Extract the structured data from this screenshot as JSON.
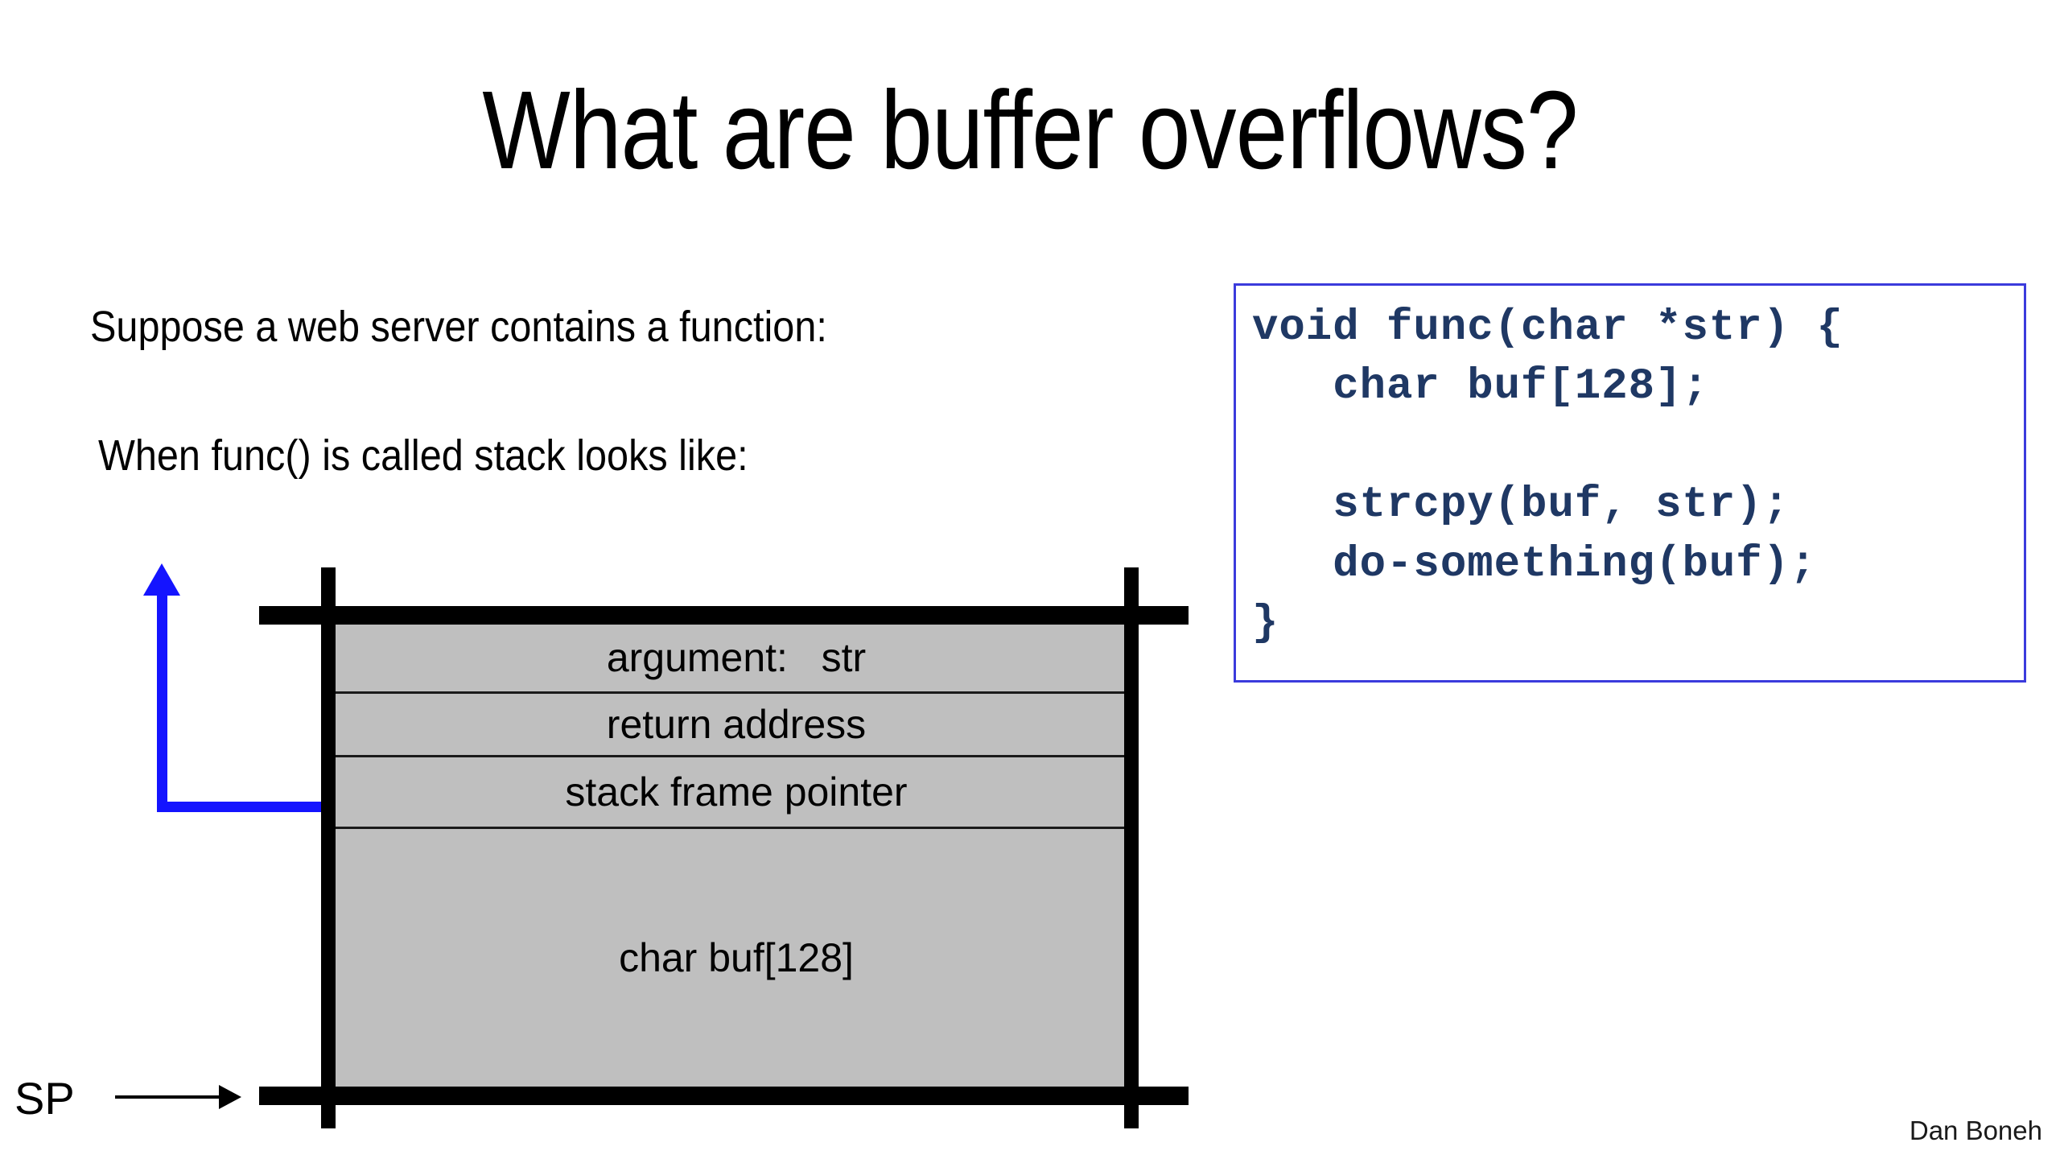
{
  "slide": {
    "title": "What are buffer overflows?",
    "background_color": "#ffffff"
  },
  "body_text": {
    "line1": "Suppose a web server contains a function:",
    "line2": "When func() is called stack looks like:"
  },
  "code_panel": {
    "border_color": "#3b3bdc",
    "text_color": "#1f3864",
    "code": "void func(char *str) {\n   char buf[128];\n\n   strcpy(buf, str);\n   do-something(buf);\n}"
  },
  "stack_diagram": {
    "fill_color": "#bfbfbf",
    "frame_color": "#000000",
    "growth_arrow_color": "#1414ff",
    "rows": [
      {
        "label": "argument:   str"
      },
      {
        "label": "return address"
      },
      {
        "label": "stack frame pointer"
      },
      {
        "label": "char buf[128]"
      }
    ],
    "stack_pointer_label": "SP"
  },
  "footer": {
    "attribution": "Dan Boneh"
  }
}
